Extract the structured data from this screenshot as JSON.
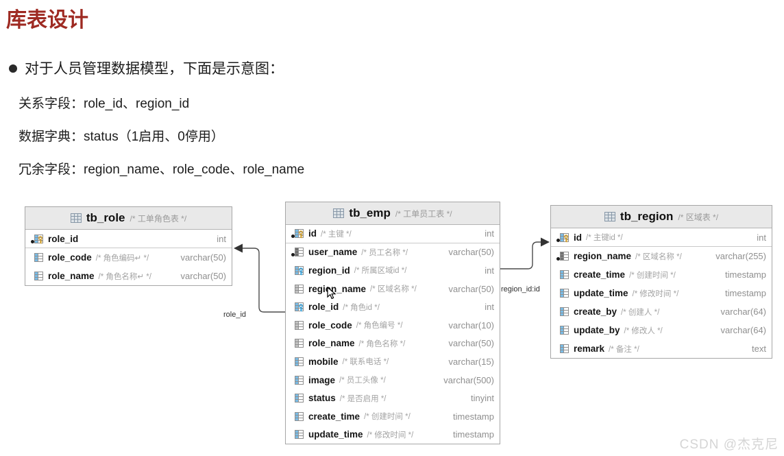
{
  "page": {
    "title": "库表设计",
    "bullet": "对于人员管理数据模型，下面是示意图：",
    "notes": [
      "关系字段：role_id、region_id",
      "数据字典：status（1启用、0停用）",
      "冗余字段：region_name、role_code、role_name"
    ],
    "watermark": "CSDN @杰克尼"
  },
  "colors": {
    "title_accent": "#9e2a22",
    "pk_key": "#cf9f2e",
    "fk_key": "#3ea6dd",
    "table_header_bg": "#e9e9e9",
    "connector": "#4a4a4a"
  },
  "diagram": {
    "tables": [
      {
        "name": "tb_role",
        "comment": "/* 工单角色表 */",
        "rows": [
          {
            "name": "role_id",
            "comment": "",
            "type": "int",
            "icon": "pk"
          },
          {
            "name": "role_code",
            "comment": "/* 角色编码↵ */",
            "type": "varchar(50)",
            "icon": "blue"
          },
          {
            "name": "role_name",
            "comment": "/* 角色名称↵ */",
            "type": "varchar(50)",
            "icon": "blue"
          }
        ]
      },
      {
        "name": "tb_emp",
        "comment": "/* 工单员工表 */",
        "rows": [
          {
            "name": "id",
            "comment": "/* 主键 */",
            "type": "int",
            "icon": "pk"
          },
          {
            "name": "user_name",
            "comment": "/* 员工名称 */",
            "type": "varchar(50)",
            "icon": "idx"
          },
          {
            "name": "region_id",
            "comment": "/* 所属区域id */",
            "type": "int",
            "icon": "fk"
          },
          {
            "name": "region_name",
            "comment": "/* 区域名称 */",
            "type": "varchar(50)",
            "icon": "gray"
          },
          {
            "name": "role_id",
            "comment": "/* 角色id */",
            "type": "int",
            "icon": "fk"
          },
          {
            "name": "role_code",
            "comment": "/* 角色编号 */",
            "type": "varchar(10)",
            "icon": "gray"
          },
          {
            "name": "role_name",
            "comment": "/* 角色名称 */",
            "type": "varchar(50)",
            "icon": "gray"
          },
          {
            "name": "mobile",
            "comment": "/* 联系电话 */",
            "type": "varchar(15)",
            "icon": "blue"
          },
          {
            "name": "image",
            "comment": "/* 员工头像 */",
            "type": "varchar(500)",
            "icon": "blue"
          },
          {
            "name": "status",
            "comment": "/* 是否启用 */",
            "type": "tinyint",
            "icon": "blue"
          },
          {
            "name": "create_time",
            "comment": "/* 创建时间 */",
            "type": "timestamp",
            "icon": "blue"
          },
          {
            "name": "update_time",
            "comment": "/* 修改时间 */",
            "type": "timestamp",
            "icon": "blue"
          }
        ]
      },
      {
        "name": "tb_region",
        "comment": "/* 区域表 */",
        "rows": [
          {
            "name": "id",
            "comment": "/* 主键id */",
            "type": "int",
            "icon": "pk"
          },
          {
            "name": "region_name",
            "comment": "/* 区域名称 */",
            "type": "varchar(255)",
            "icon": "idx"
          },
          {
            "name": "create_time",
            "comment": "/* 创建时间 */",
            "type": "timestamp",
            "icon": "blue"
          },
          {
            "name": "update_time",
            "comment": "/* 修改时间 */",
            "type": "timestamp",
            "icon": "blue"
          },
          {
            "name": "create_by",
            "comment": "/* 创建人 */",
            "type": "varchar(64)",
            "icon": "blue"
          },
          {
            "name": "update_by",
            "comment": "/* 修改人 */",
            "type": "varchar(64)",
            "icon": "blue"
          },
          {
            "name": "remark",
            "comment": "/* 备注 */",
            "type": "text",
            "icon": "blue"
          }
        ]
      }
    ],
    "relations": [
      {
        "from": "tb_emp.role_id",
        "to": "tb_role.role_id",
        "label": "role_id"
      },
      {
        "from": "tb_emp.region_id",
        "to": "tb_region.id",
        "label": "region_id:id"
      }
    ]
  }
}
